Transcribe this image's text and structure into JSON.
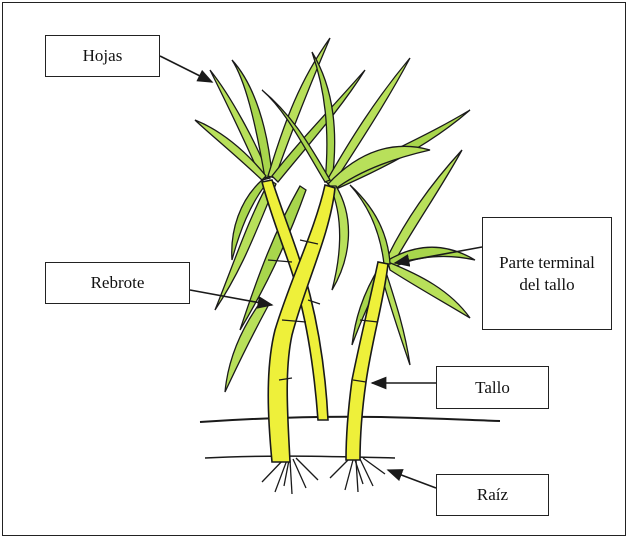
{
  "labels": {
    "hojas": "Hojas",
    "rebrote": "Rebrote",
    "parte_terminal": "Parte terminal del tallo",
    "tallo": "Tallo",
    "raiz": "Raíz"
  },
  "colors": {
    "leaf": "#b8e05a",
    "leaf_dark": "#8fc23a",
    "stem": "#eef03a",
    "outline": "#1a1a1a"
  }
}
